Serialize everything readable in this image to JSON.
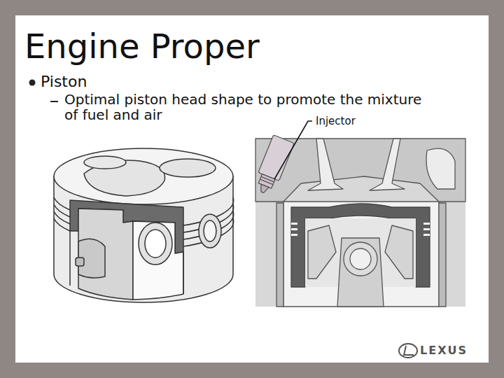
{
  "diagram": {
    "title": "Engine Proper",
    "labels": [
      "Piston",
      "Optimal piston head shape to promote the mixture of fuel and air",
      "Injector",
      "LEXUS"
    ]
  }
}
